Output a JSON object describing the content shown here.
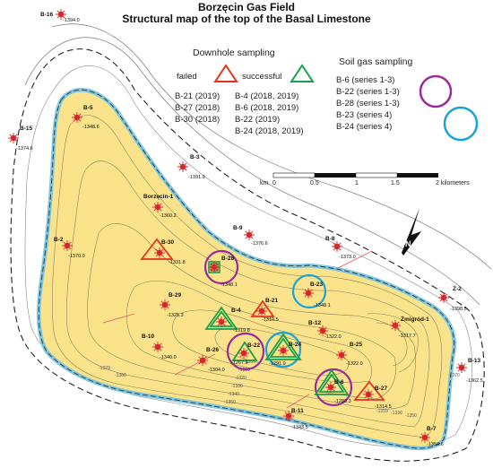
{
  "title": "Borzęcin Gas Field",
  "subtitle": "Structural map of the top of the Basal Limestone",
  "legend": {
    "downhole_heading": "Downhole sampling",
    "failed_label": "failed",
    "successful_label": "successful",
    "failed_wells": [
      "B-21 (2019)",
      "B-27 (2018)",
      "B-30 (2018)"
    ],
    "successful_wells": [
      "B-4 (2018, 2019)",
      "B-6 (2018, 2019)",
      "B-22 (2019)",
      "B-24 (2018, 2019)"
    ],
    "soil_heading": "Soil gas sampling",
    "soil_series_purple": [
      "B-6   (series 1-3)",
      "B-22 (series 1-3)",
      "B-28 (series 1-3)"
    ],
    "soil_series_blue": [
      "B-23 (series 4)",
      "B-24 (series 4)"
    ]
  },
  "colors": {
    "failed": "#e8321e",
    "successful": "#19a04a",
    "soil_purple": "#9b2a9b",
    "soil_blue": "#1aa3d6",
    "field_fill": "#fbe38c",
    "field_edge": "#7cc6df",
    "well": "#d8262c"
  },
  "scale_bar": {
    "unit_label": "km",
    "ticks": [
      "0",
      "0.5",
      "1",
      "1.5",
      "2 kilometers"
    ]
  },
  "north_arrow": "N",
  "wells": [
    {
      "name": "B-16",
      "depth": "-1394.0"
    },
    {
      "name": "B-5",
      "depth": "-1348.6"
    },
    {
      "name": "B-15",
      "depth": "-1374.6"
    },
    {
      "name": "B-3",
      "depth": "-1391.9"
    },
    {
      "name": "Borzęcin-1",
      "depth": "-1360.2"
    },
    {
      "name": "B-2",
      "depth": "-1370.0"
    },
    {
      "name": "B-9",
      "depth": "-1376.6"
    },
    {
      "name": "B-8",
      "depth": "-1373.0"
    },
    {
      "name": "B-30",
      "depth": "-1331.8"
    },
    {
      "name": "B-28",
      "depth": "-1348.1"
    },
    {
      "name": "B-29",
      "depth": "-1325.3"
    },
    {
      "name": "B-23",
      "depth": "-1348.1"
    },
    {
      "name": "B-21",
      "depth": "-1310.5"
    },
    {
      "name": "B-4",
      "depth": "-1319.8"
    },
    {
      "name": "Ż-2",
      "depth": "-1398.5"
    },
    {
      "name": "B-12",
      "depth": "-1322.0"
    },
    {
      "name": "Żmigród-1",
      "depth": "-1317.7"
    },
    {
      "name": "B-10",
      "depth": "-1340.0"
    },
    {
      "name": "B-26",
      "depth": "-1304.0"
    },
    {
      "name": "B-22",
      "depth": "-1267.9"
    },
    {
      "name": "B-24",
      "depth": "-1291.9"
    },
    {
      "name": "B-25",
      "depth": "-1322.0"
    },
    {
      "name": "B-13",
      "depth": "-1362.5"
    },
    {
      "name": "B-6",
      "depth": "-1283.3"
    },
    {
      "name": "B-27",
      "depth": "-1314.5"
    },
    {
      "name": "B-11",
      "depth": "-1343.5"
    },
    {
      "name": "B-7",
      "depth": "-1354.6"
    }
  ],
  "contour_labels": [
    "-1300",
    "-1310",
    "-1320",
    "-1330",
    "-1340",
    "-1350",
    "-1360",
    "-1370"
  ]
}
